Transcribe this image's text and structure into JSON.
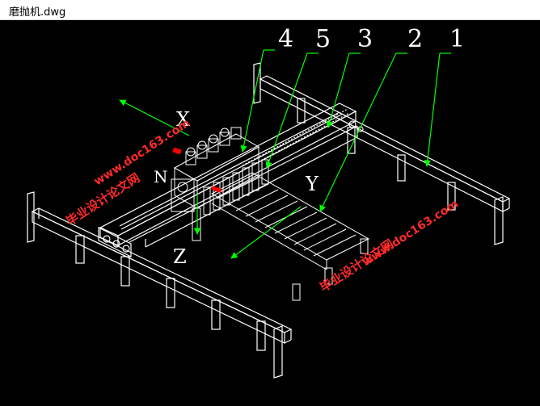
{
  "window": {
    "title": "磨抛机.dwg"
  },
  "drawing": {
    "callouts": [
      "4",
      "5",
      "3",
      "2",
      "1"
    ],
    "axes": {
      "x": "X",
      "y": "Y",
      "z": "Z",
      "n": "N"
    },
    "colors": {
      "background": "#000000",
      "lines": "#ffffff",
      "leaders": "#00ff00",
      "accent": "#ff0000",
      "watermark": "#ff2a2a"
    }
  },
  "watermarks": [
    {
      "url": "www.doc163.com",
      "caption": "毕业设计论文网"
    },
    {
      "url": "www.doc163.com",
      "caption": "毕业设计论文网"
    }
  ]
}
